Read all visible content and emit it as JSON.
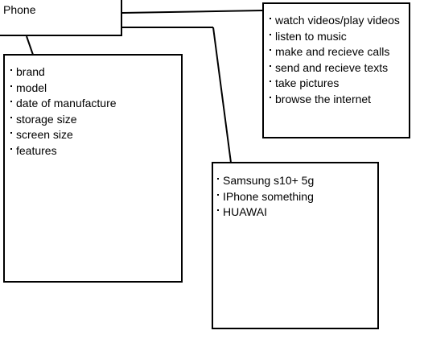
{
  "phone_box": {
    "title": "Phone"
  },
  "attributes_box": {
    "items": [
      "brand",
      "model",
      "date of manufacture",
      "storage size",
      "screen size",
      "features"
    ]
  },
  "functions_box": {
    "items": [
      "watch videos/play videos",
      "listen to music",
      "make and recieve calls",
      "send and recieve texts",
      "take pictures",
      "browse the internet"
    ]
  },
  "examples_box": {
    "items": [
      "Samsung s10+ 5g",
      "IPhone something",
      "HUAWAI"
    ]
  },
  "colors": {
    "line": "#000000",
    "background": "#ffffff"
  }
}
